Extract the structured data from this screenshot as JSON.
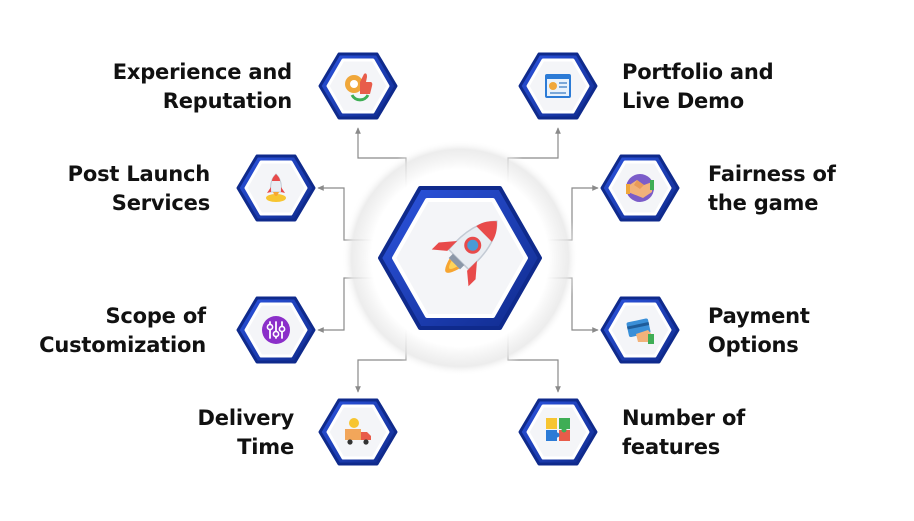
{
  "colors": {
    "hex_dark": "#0f2a8c",
    "hex_bright": "#2d55e0",
    "connector": "#8a8a8a",
    "text": "#111111"
  },
  "center": {
    "icon": "rocket-icon"
  },
  "factors": [
    {
      "id": "experience-reputation",
      "lines": [
        "Experience and",
        "Reputation"
      ],
      "icon": "thumbs-up-gear-icon"
    },
    {
      "id": "portfolio-live-demo",
      "lines": [
        "Portfolio and",
        "Live Demo"
      ],
      "icon": "browser-window-icon"
    },
    {
      "id": "post-launch-services",
      "lines": [
        "Post Launch",
        "Services"
      ],
      "icon": "rocket-launch-icon"
    },
    {
      "id": "fairness-of-game",
      "lines": [
        "Fairness of",
        "the game"
      ],
      "icon": "handshake-icon"
    },
    {
      "id": "scope-customization",
      "lines": [
        "Scope of",
        "Customization"
      ],
      "icon": "sliders-icon"
    },
    {
      "id": "payment-options",
      "lines": [
        "Payment",
        "Options"
      ],
      "icon": "credit-card-icon"
    },
    {
      "id": "delivery-time",
      "lines": [
        "Delivery",
        "Time"
      ],
      "icon": "delivery-truck-icon"
    },
    {
      "id": "number-of-features",
      "lines": [
        "Number of",
        "features"
      ],
      "icon": "puzzle-icon"
    }
  ]
}
